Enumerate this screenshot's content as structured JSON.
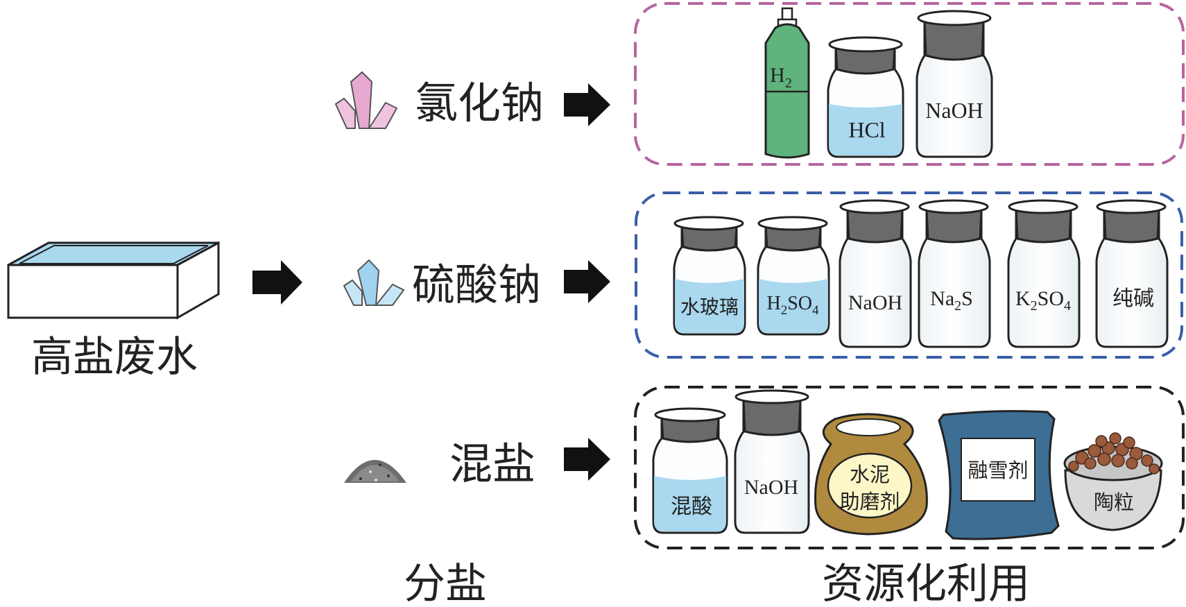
{
  "source": {
    "label": "高盐废水"
  },
  "stage_labels": {
    "separation": "分盐",
    "utilization": "资源化利用"
  },
  "salts": [
    {
      "label": "氯化钠",
      "crystal_color": "#e7a9d0",
      "border_color": "#b5659f"
    },
    {
      "label": "硫酸钠",
      "crystal_color": "#9fd3ef",
      "border_color": "#3a5ea8"
    },
    {
      "label": "混盐",
      "crystal_color": "#777777",
      "border_color": "#222222"
    }
  ],
  "products": {
    "nacl": [
      {
        "type": "cylinder",
        "label": "H",
        "sub": "2",
        "tail": "",
        "color": "#5fb37c"
      },
      {
        "type": "liquid-bottle",
        "label": "HCl",
        "sub": "",
        "tail": ""
      },
      {
        "type": "solid-bottle",
        "label": "NaOH",
        "sub": "",
        "tail": ""
      }
    ],
    "na2so4": [
      {
        "type": "liquid-bottle",
        "label": "水玻璃",
        "sub": "",
        "tail": ""
      },
      {
        "type": "liquid-bottle",
        "label": "H",
        "sub": "2",
        "tail": "SO",
        "sub2": "4"
      },
      {
        "type": "solid-bottle",
        "label": "NaOH",
        "sub": "",
        "tail": ""
      },
      {
        "type": "solid-bottle",
        "label": "Na",
        "sub": "2",
        "tail": "S"
      },
      {
        "type": "solid-bottle",
        "label": "K",
        "sub": "2",
        "tail": "SO",
        "sub2": "4"
      },
      {
        "type": "solid-bottle",
        "label": "纯碱",
        "sub": "",
        "tail": ""
      }
    ],
    "mixed": [
      {
        "type": "liquid-bottle",
        "label": "混酸"
      },
      {
        "type": "solid-bottle",
        "label": "NaOH"
      },
      {
        "type": "sack",
        "label_line1": "水泥",
        "label_line2": "助磨剂",
        "color": "#b08a3e"
      },
      {
        "type": "bag",
        "label": "融雪剂",
        "color": "#3d6e94"
      },
      {
        "type": "bowl",
        "label": "陶粒",
        "color": "#9a5a3c"
      }
    ]
  },
  "colors": {
    "water": "#a9d8ef",
    "arrow": "#111111"
  }
}
